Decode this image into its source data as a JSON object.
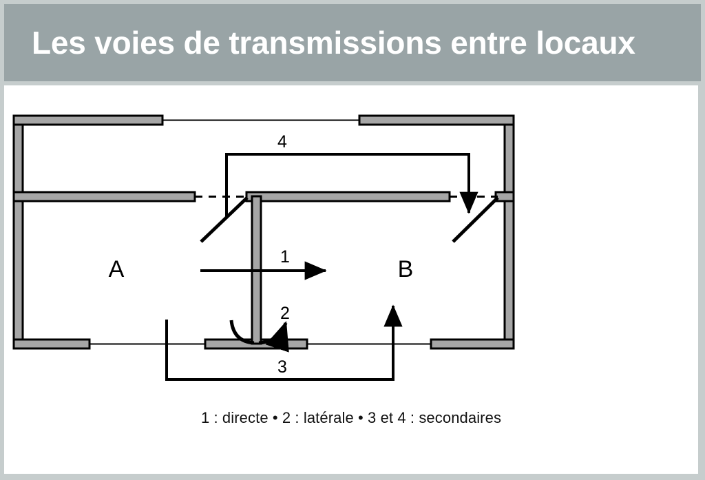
{
  "header": {
    "title": "Les voies de transmissions entre locaux",
    "background_color": "#99a4a6",
    "text_color": "#ffffff"
  },
  "slide": {
    "border_color": "#c6cdcd",
    "canvas_color": "#ffffff"
  },
  "diagram": {
    "wall_fill_color": "#a6a6a6",
    "wall_stroke_color": "#000000",
    "rooms": [
      {
        "id": "room-a",
        "label": "A"
      },
      {
        "id": "room-b",
        "label": "B"
      }
    ],
    "paths": [
      {
        "id": "path-1",
        "label": "1",
        "meaning": "directe"
      },
      {
        "id": "path-2",
        "label": "2",
        "meaning": "laterale"
      },
      {
        "id": "path-3",
        "label": "3",
        "meaning": "secondaire"
      },
      {
        "id": "path-4",
        "label": "4",
        "meaning": "secondaire"
      }
    ],
    "caption": "1 : directe • 2 : latérale • 3 et 4 : secondaires"
  }
}
